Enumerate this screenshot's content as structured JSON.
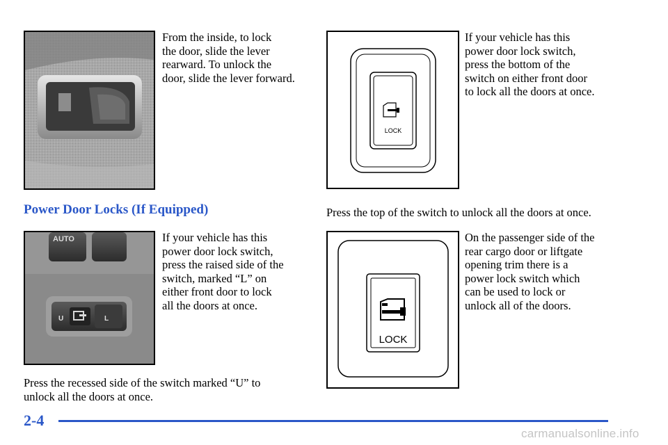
{
  "section_heading": "Power Door Locks (If Equipped)",
  "page_number": "2-4",
  "watermark": "carmanualsonline.info",
  "blocks": {
    "manual_lever": [
      "From the inside, to lock",
      "the door, slide the lever",
      "rearward. To unlock the",
      "door, slide the lever forward."
    ],
    "switch_u_l": [
      "If your vehicle has this",
      "power door lock switch,",
      "press the raised side of the",
      "switch, marked “L” on",
      "either front door to lock",
      "all the doors at once."
    ],
    "switch_u_l_unlock": [
      "Press the recessed side of the switch marked “U” to",
      "unlock all the doors at once."
    ],
    "rocker_switch": [
      "If your vehicle has this",
      "power door lock switch,",
      "press the bottom of the",
      "switch on either front door",
      "to lock all the doors at once."
    ],
    "rocker_unlock": "Press the top of the switch to unlock all the doors at once.",
    "rear_switch": [
      "On the passenger side of the",
      "rear cargo door or liftgate",
      "opening trim there is a",
      "power lock switch which",
      "can be used to lock or",
      "unlock all of the doors."
    ]
  },
  "images": {
    "photo_switch_labels": {
      "auto": "AUTO",
      "u": "U",
      "l": "L"
    },
    "lock_switch_label": "LOCK",
    "rear_switch_label": "LOCK"
  }
}
